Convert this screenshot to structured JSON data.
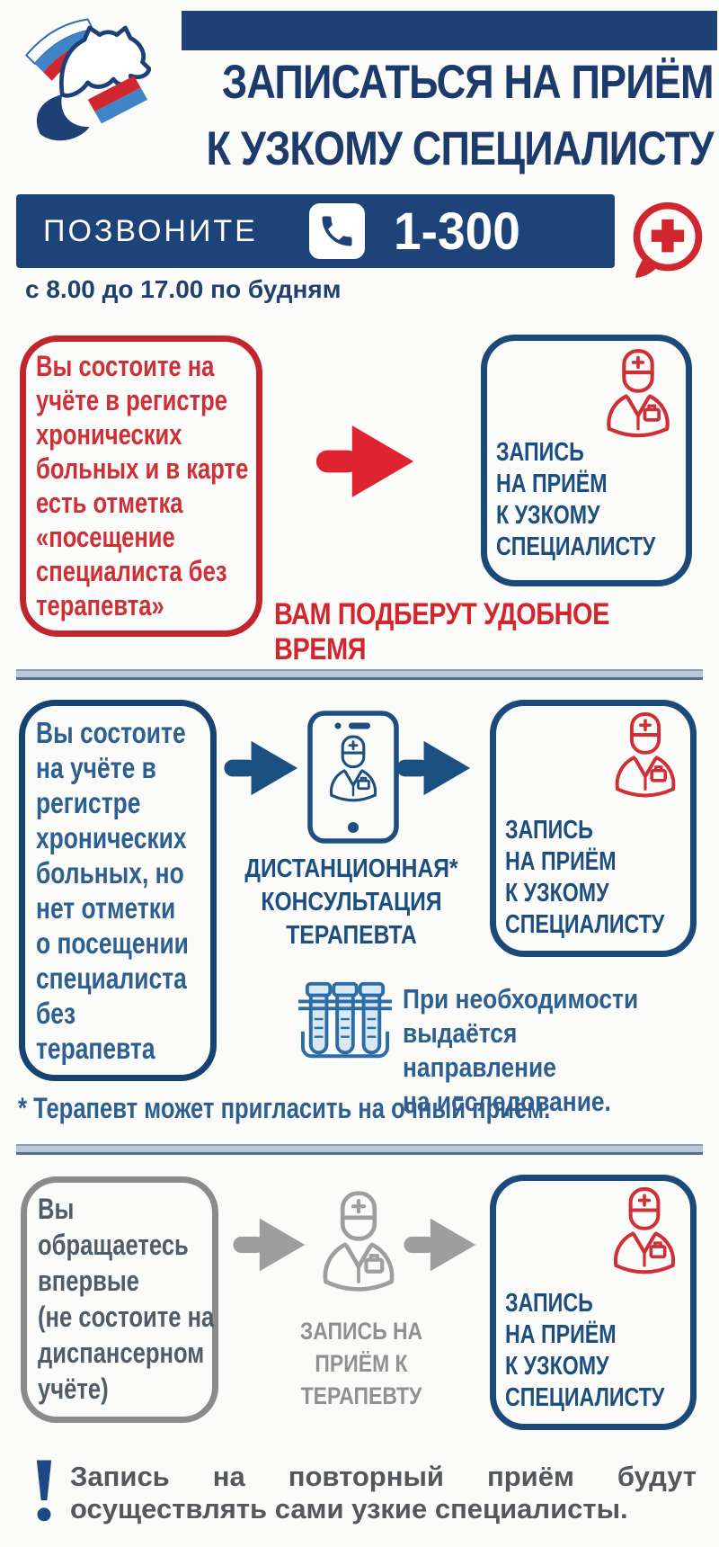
{
  "header": {
    "title_line1": "ЗАПИСАТЬСЯ НА ПРИЁМ",
    "title_line2": "К УЗКОМУ СПЕЦИАЛИСТУ"
  },
  "call_banner": {
    "label": "ПОЗВОНИТЕ",
    "number": "1-300",
    "hours": "с 8.00 до 17.00 по будням"
  },
  "section1": {
    "condition": "Вы состоите на\nучёте в регистре\nхронических\nбольных и в карте\nесть отметка\n«посещение\nспециалиста без\nтерапевта»",
    "result": "ЗАПИСЬ\nНА ПРИЁМ\nК УЗКОМУ\nСПЕЦИАЛИСТУ",
    "caption": "ВАМ ПОДБЕРУТ УДОБНОЕ ВРЕМЯ"
  },
  "section2": {
    "condition": "Вы состоите\nна учёте в\nрегистре\nхронических\nбольных, но\nнет отметки\nо посещении\nспециалиста\nбез\nтерапевта",
    "step_label": "ДИСТАНЦИОННАЯ*\nКОНСУЛЬТАЦИЯ\nТЕРАПЕВТА",
    "result": "ЗАПИСЬ\nНА ПРИЁМ\nК УЗКОМУ\nСПЕЦИАЛИСТУ",
    "note": "При необходимости\nвыдаётся направление\nна исследование.",
    "footnote": "* Терапевт может пригласить на очный приём."
  },
  "section3": {
    "condition": "Вы\nобращаетесь\nвпервые\n(не состоите на\nдиспансерном\nучёте)",
    "step_label": "ЗАПИСЬ НА\nПРИЁМ К\nТЕРАПЕВТУ",
    "result": "ЗАПИСЬ\nНА ПРИЁМ\nК УЗКОМУ\nСПЕЦИАЛИСТУ"
  },
  "bottom_note": {
    "line1": "Запись на повторный приём будут",
    "line2": "осуществлять сами узкие специалисты."
  },
  "icons": {
    "logo": "united-russia-bear-flag-logo",
    "call": "phone-handset-icon",
    "bubble": "medical-cross-speech-bubble-icon",
    "specialist": "doctor-icon",
    "remote": "smartphone-doctor-icon",
    "research": "test-tubes-icon",
    "flow": "arrow-icon",
    "warning": "exclamation-icon"
  },
  "colors": {
    "navy": "#1e4076",
    "title_blue": "#1c3a6b",
    "banner_blue": "#1d4379",
    "red": "#cf2630",
    "box_blue_border": "#1b4a7a",
    "box_text_blue": "#1d4e80",
    "section_text_blue": "#2e5f92",
    "gray": "#8f8f8f",
    "note_gray": "#54585d"
  }
}
